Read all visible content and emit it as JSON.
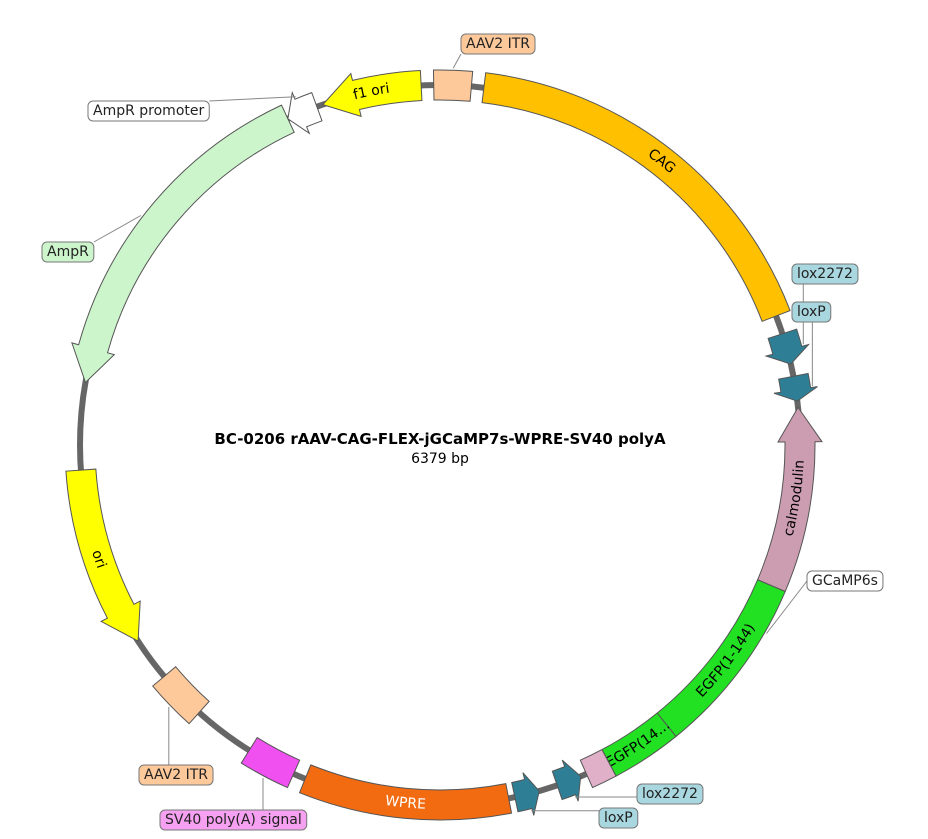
{
  "title": "BC-0206   rAAV-CAG-FLEX-jGCaMP7s-WPRE-SV40 polyA",
  "subtitle": "6379 bp",
  "features": [
    {
      "id": "cag",
      "label": "CAG",
      "start_deg": 7,
      "end_deg": 69,
      "dir": "none",
      "color": "#FFC000",
      "text_color": "#000000",
      "label_mode": "inside"
    },
    {
      "id": "lox2272-top",
      "label": "lox2272",
      "start_deg": 72,
      "end_deg": 77,
      "dir": "cw",
      "color": "#2E7F96",
      "label_mode": "callout",
      "box_color": "#A9D7E0",
      "tip": "upper-right-a"
    },
    {
      "id": "loxp-top",
      "label": "loxP",
      "start_deg": 79,
      "end_deg": 83,
      "dir": "cw",
      "color": "#2E7F96",
      "label_mode": "callout",
      "box_color": "#A9D7E0",
      "tip": "upper-right-b"
    },
    {
      "id": "calmodulin",
      "label": "calmodulin",
      "start_deg": 84,
      "end_deg": 113,
      "dir": "ccw",
      "color": "#CC9DB0",
      "text_color": "#000000",
      "label_mode": "inside"
    },
    {
      "id": "egfp1",
      "label": "EGFP(1-144)",
      "start_deg": 113,
      "end_deg": 141,
      "dir": "none",
      "color": "#22E022",
      "text_color": "#000000",
      "label_mode": "inside"
    },
    {
      "id": "egfp2",
      "label": "EGFP(14…",
      "start_deg": 141,
      "end_deg": 152,
      "dir": "none",
      "color": "#22E022",
      "text_color": "#000000",
      "label_mode": "inside"
    },
    {
      "id": "gcamp-linker",
      "label": "",
      "start_deg": 152,
      "end_deg": 156,
      "dir": "none",
      "color": "#E0B0C8",
      "label_mode": "none"
    },
    {
      "id": "lox2272-bottom",
      "label": "lox2272",
      "start_deg": 157,
      "end_deg": 161,
      "dir": "ccw",
      "color": "#2E7F96",
      "label_mode": "callout",
      "box_color": "#A9D7E0",
      "tip": "lower-right-a"
    },
    {
      "id": "loxp-bottom",
      "label": "loxP",
      "start_deg": 164,
      "end_deg": 168,
      "dir": "ccw",
      "color": "#2E7F96",
      "label_mode": "callout",
      "box_color": "#A9D7E0",
      "tip": "lower-right-b"
    },
    {
      "id": "wpre",
      "label": "WPRE",
      "start_deg": 169,
      "end_deg": 202,
      "dir": "none",
      "color": "#F26B10",
      "text_color": "#FFFFFF",
      "label_mode": "inside"
    },
    {
      "id": "sv40",
      "label": "SV40 poly(A) signal",
      "start_deg": 204,
      "end_deg": 212,
      "dir": "none",
      "color": "#F050F0",
      "label_mode": "callout",
      "box_color": "#F5A0F0",
      "tip": "bottom-left"
    },
    {
      "id": "aav2-itr-bottom",
      "label": "AAV2 ITR",
      "start_deg": 222,
      "end_deg": 230,
      "dir": "none",
      "color": "#FDC99A",
      "label_mode": "callout",
      "box_color": "#FDC99A",
      "tip": "lower-left"
    },
    {
      "id": "ori",
      "label": "ori",
      "start_deg": 237,
      "end_deg": 266,
      "dir": "ccw",
      "color": "#FFFF00",
      "text_color": "#000000",
      "label_mode": "inside"
    },
    {
      "id": "ampr",
      "label": "AmpR",
      "start_deg": 280,
      "end_deg": 335,
      "dir": "ccw",
      "color": "#CCF5CC",
      "label_mode": "callout",
      "box_color": "#CCF5CC",
      "tip": "left"
    },
    {
      "id": "ampr-promoter",
      "label": "AmpR promoter",
      "start_deg": 335,
      "end_deg": 340,
      "dir": "ccw",
      "color": "#FFFFFF",
      "label_mode": "callout",
      "box_color": "#FFFFFF",
      "tip": "upper-left"
    },
    {
      "id": "f1-ori",
      "label": "f1 ori",
      "start_deg": 341,
      "end_deg": 357,
      "dir": "ccw",
      "color": "#FFFF00",
      "text_color": "#000000",
      "label_mode": "inside"
    },
    {
      "id": "aav2-itr-top",
      "label": "AAV2 ITR",
      "start_deg": 359,
      "end_deg": 365,
      "dir": "none",
      "color": "#FDC99A",
      "label_mode": "callout",
      "box_color": "#FDC99A",
      "tip": "top"
    }
  ],
  "gcamp_label": {
    "text": "GCaMP6s",
    "box_color": "#FFFFFF"
  },
  "palette": {
    "backbone": "#666666",
    "outline": "#555555"
  }
}
